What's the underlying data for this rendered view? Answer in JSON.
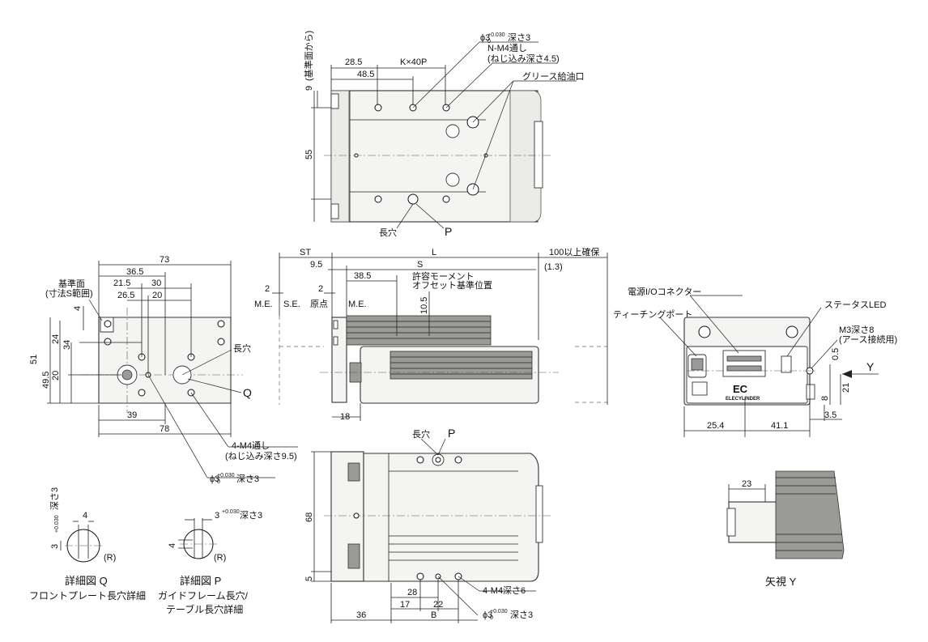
{
  "labels": {
    "hole_spec_top": "ϕ3",
    "hole_tol_top": "+0.030",
    "hole_tol_bottom_0": "0",
    "hole_depth_top": "深さ3",
    "n_m4_line1": "N-M4通し",
    "n_m4_line2": "(ねじ込み深さ4.5)",
    "grease_port": "グリース給油口",
    "elongated_hole": "長穴",
    "p": "P",
    "q": "Q",
    "st": "ST",
    "l": "L",
    "s": "S",
    "clearance": "100以上確保",
    "moment_ref_line1": "許容モーメント",
    "moment_ref_line2": "オフセット基準位置",
    "me": "M.E.",
    "se": "S.E.",
    "origin": "原点",
    "ref_surface_line1": "基準面",
    "ref_surface_line2": "(寸法S範囲)",
    "from_ref_surface": "(基準面から)",
    "m4_thru_line1": "4-M4通し",
    "m4_thru_line2": "(ねじ込み深さ9.5)",
    "power_io": "電源I/Oコネクター",
    "teaching_port": "ティーチングポート",
    "status_led": "ステータスLED",
    "m3_line1": "M3深さ8",
    "m3_line2": "(アース接続用)",
    "y": "Y",
    "view_y": "矢視 Y",
    "m4_depth6": "4-M4深さ6",
    "detail_q_title": "詳細図 Q",
    "detail_q_sub": "フロントプレート長穴詳細",
    "detail_p_title": "詳細図 P",
    "detail_p_sub1": "ガイドフレーム長穴/",
    "detail_p_sub2": "テーブル長穴詳細",
    "r_mark": "(R)",
    "logo_text": "ELECYLINDER"
  },
  "dims": {
    "d28_5": "28.5",
    "kx40p": "K×40P",
    "d48_5": "48.5",
    "d9": "9",
    "d55": "55",
    "d9_5": "9.5",
    "d38_5": "38.5",
    "d1_3": "(1.3)",
    "d2": "2",
    "d10_5": "10.5",
    "d18": "18",
    "d73": "73",
    "d36_5": "36.5",
    "d21_5": "21.5",
    "d30": "30",
    "d26_5": "26.5",
    "d20": "20",
    "d4": "4",
    "d24": "24",
    "d34": "34",
    "d51": "51",
    "d49_5": "49.5",
    "d39": "39",
    "d78": "78",
    "d0_5": "0.5",
    "d21": "21",
    "d8": "8",
    "d25_4": "25.4",
    "d41_1": "41.1",
    "d3_5": "3.5",
    "d23": "23",
    "d68": "68",
    "d5": "5",
    "d28": "28",
    "d17": "17",
    "d22": "22",
    "d36": "36",
    "b": "B",
    "d3": "3"
  },
  "colors": {
    "line": "#222222",
    "body_fill": "#f4f4f2",
    "dark_fill": "#9a9a96"
  }
}
